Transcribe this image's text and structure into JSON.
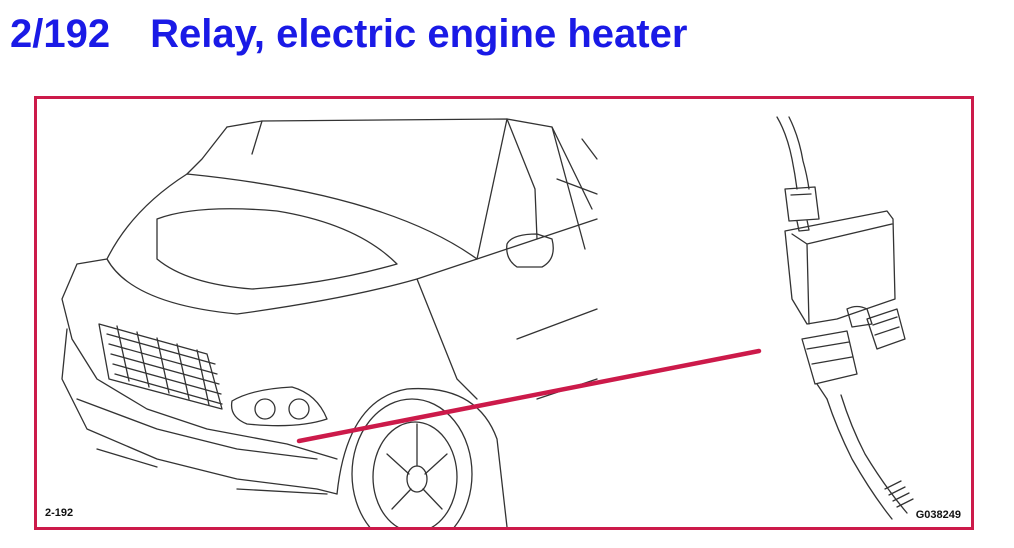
{
  "header": {
    "code": "2/192",
    "title": "Relay, electric engine heater"
  },
  "figure": {
    "label_left": "2-192",
    "label_right": "G038249"
  },
  "colors": {
    "title": "#1a1ae6",
    "frame": "#cc1a4a",
    "leader_line": "#cc1a4a",
    "drawing": "#333333"
  }
}
